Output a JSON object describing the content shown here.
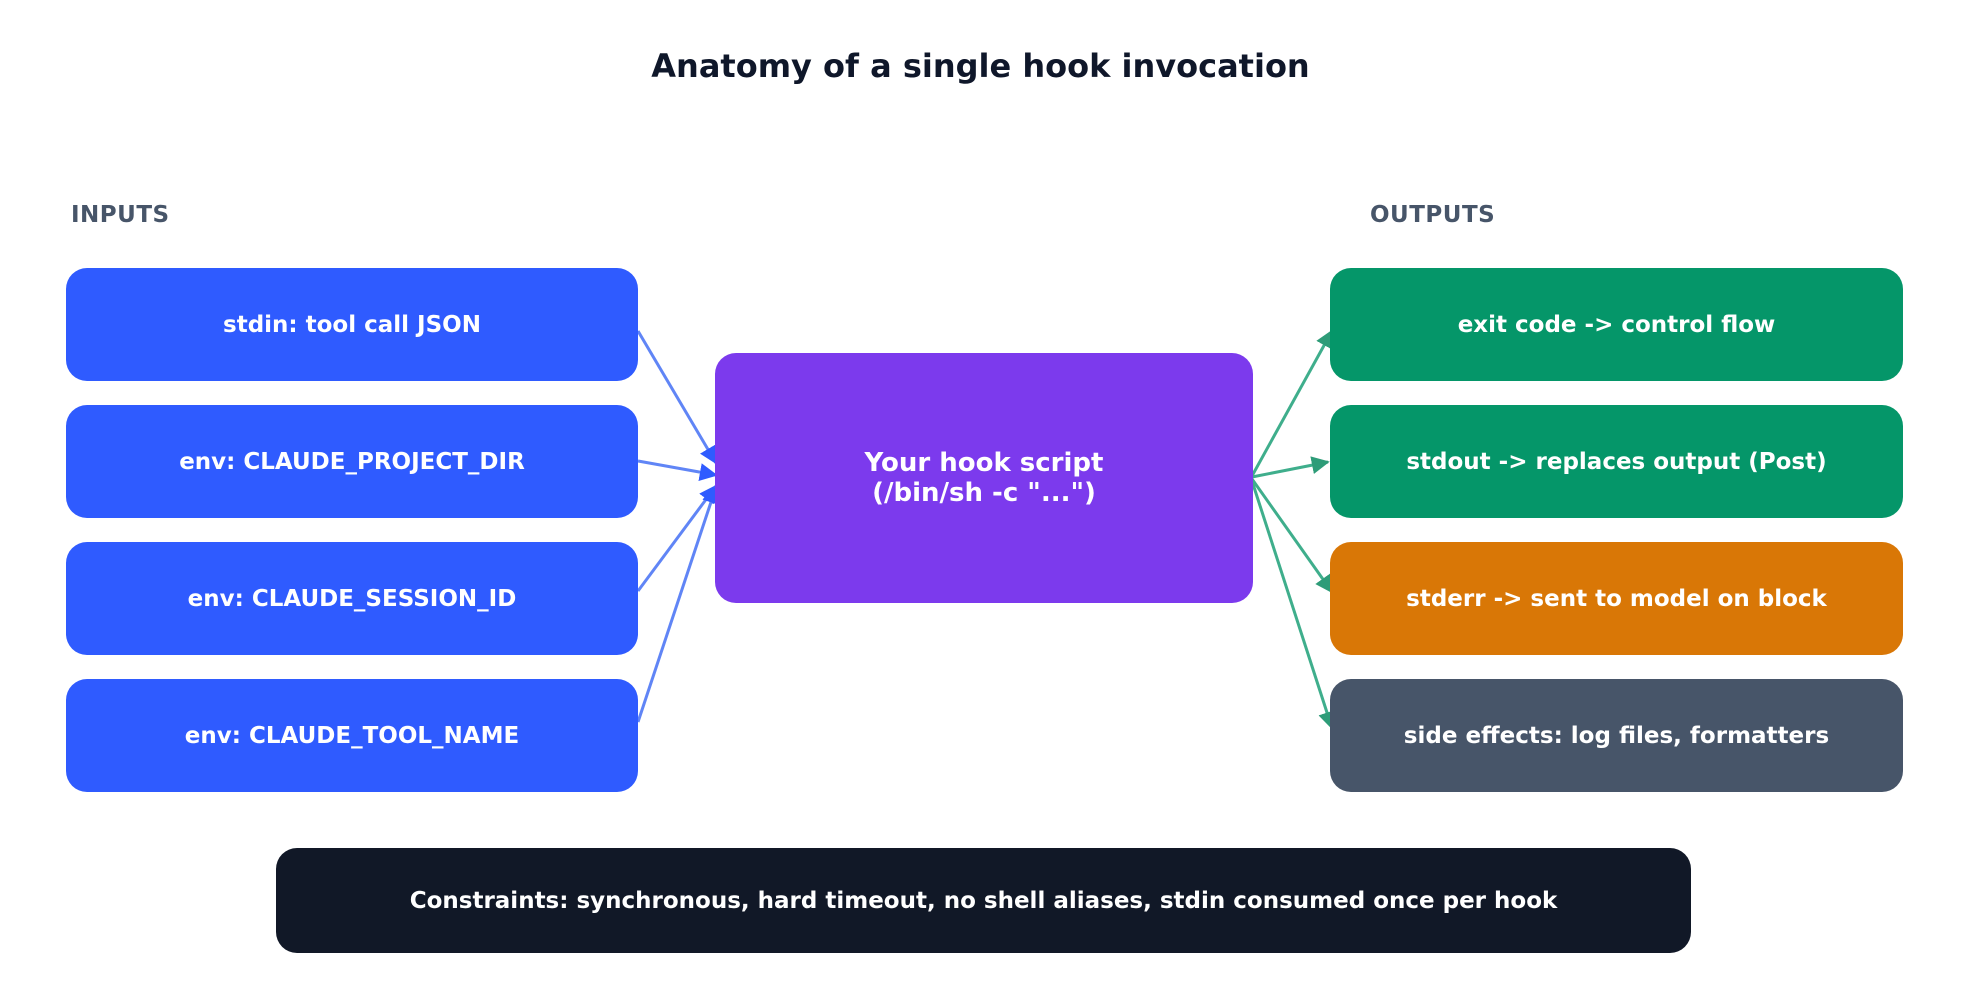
{
  "title": "Anatomy of a single hook invocation",
  "inputs": {
    "label": "INPUTS",
    "items": [
      {
        "text": "stdin: tool call JSON"
      },
      {
        "text": "env: CLAUDE_PROJECT_DIR"
      },
      {
        "text": "env: CLAUDE_SESSION_ID"
      },
      {
        "text": "env: CLAUDE_TOOL_NAME"
      }
    ]
  },
  "center": {
    "line1": "Your hook script",
    "line2": "(/bin/sh -c \"...\")"
  },
  "outputs": {
    "label": "OUTPUTS",
    "items": [
      {
        "text": "exit code -> control flow",
        "color": "#059669"
      },
      {
        "text": "stdout -> replaces output (Post)",
        "color": "#059669"
      },
      {
        "text": "stderr -> sent to model on block",
        "color": "#d97706"
      },
      {
        "text": "side effects: log files, formatters",
        "color": "#475569"
      }
    ]
  },
  "constraints": {
    "text": "Constraints: synchronous, hard timeout, no shell aliases, stdin consumed once per hook"
  },
  "colors": {
    "input_fill": "#2f5bff",
    "input_arrow": "#6085f6",
    "center_fill": "#7c3aed",
    "output_arrow": "#3fae8c",
    "constraints_fill": "#111827"
  }
}
